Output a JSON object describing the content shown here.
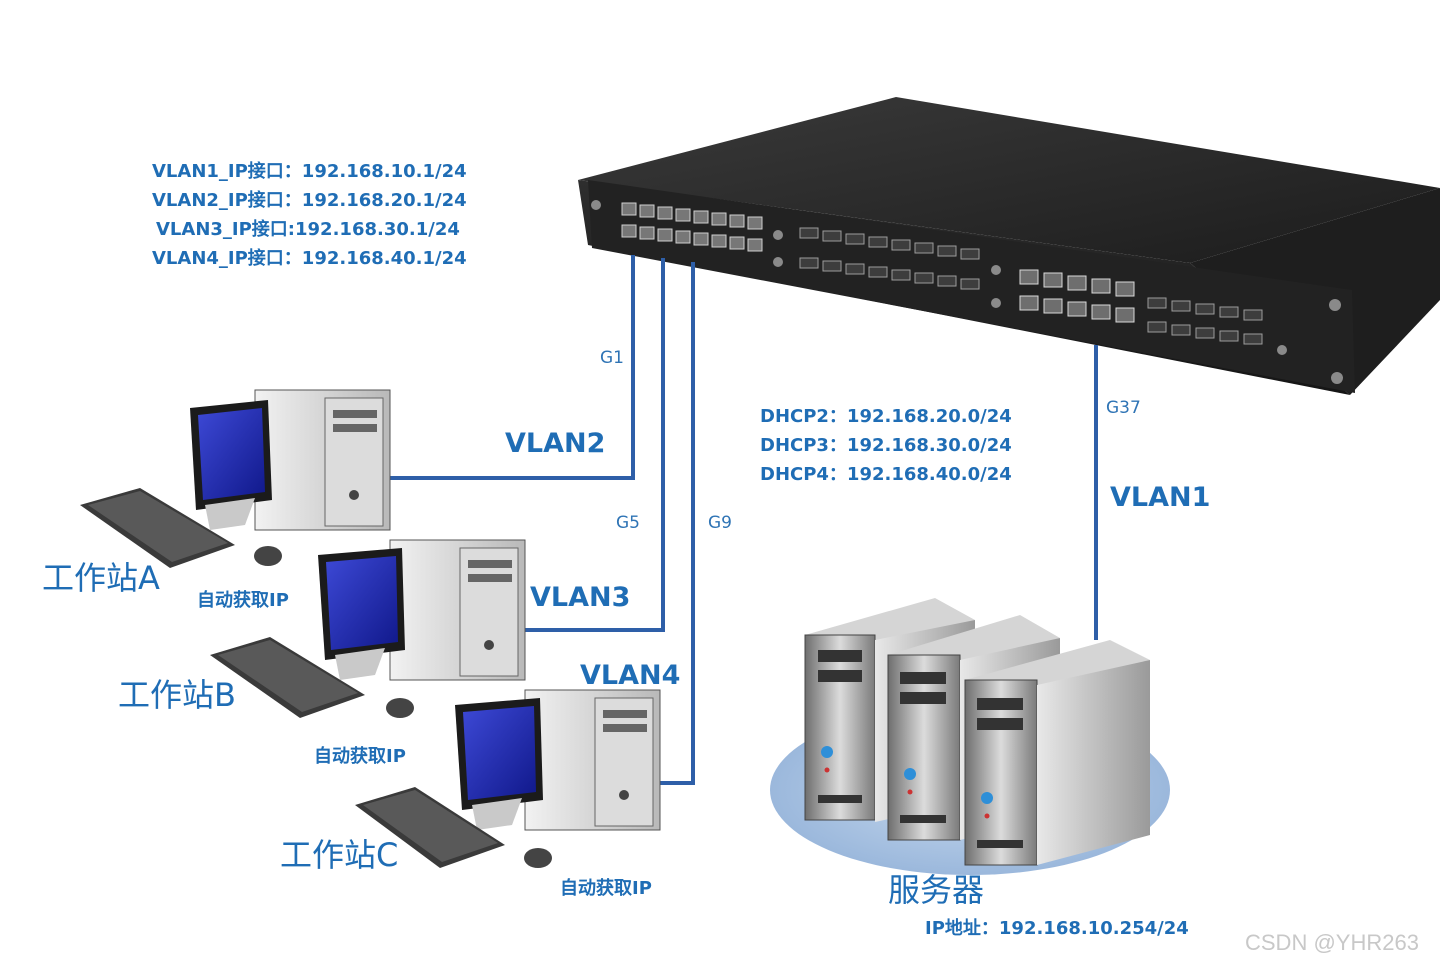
{
  "vlan_interfaces": [
    "VLAN1_IP接口：192.168.10.1/24",
    "VLAN2_IP接口：192.168.20.1/24",
    "VLAN3_IP接口:192.168.30.1/24",
    "VLAN4_IP接口：192.168.40.1/24"
  ],
  "ports": {
    "g1": "G1",
    "g5": "G5",
    "g9": "G9",
    "g37": "G37"
  },
  "vlans": {
    "v1": "VLAN1",
    "v2": "VLAN2",
    "v3": "VLAN3",
    "v4": "VLAN4"
  },
  "dhcp": [
    "DHCP2：192.168.20.0/24",
    "DHCP3：192.168.30.0/24",
    "DHCP4：192.168.40.0/24"
  ],
  "stations": {
    "a": {
      "name": "工作站A",
      "mode": "自动获取IP"
    },
    "b": {
      "name": "工作站B",
      "mode": "自动获取IP"
    },
    "c": {
      "name": "工作站C",
      "mode": "自动获取IP"
    }
  },
  "server": {
    "name": "服务器",
    "ip": "IP地址：192.168.10.254/24"
  },
  "watermark": "CSDN @YHR263",
  "colors": {
    "label": "#1f6db5",
    "link": "#2e5fa8",
    "switch_body": "#2a2a2a"
  }
}
